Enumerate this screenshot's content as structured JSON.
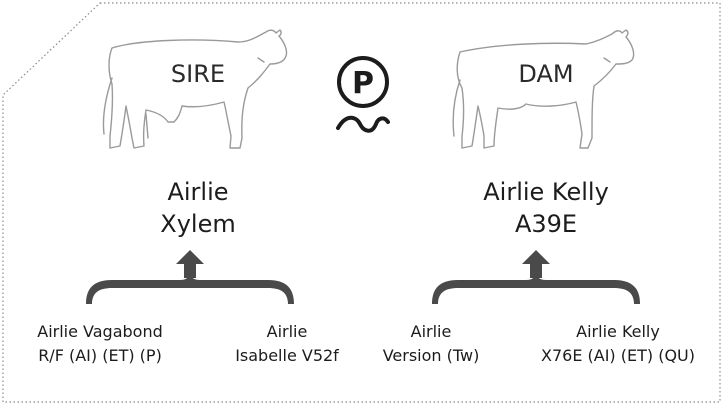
{
  "sire": {
    "label": "SIRE",
    "name_line1": "Airlie",
    "name_line2": "Xylem",
    "grandsire": {
      "line1": "Airlie Vagabond",
      "line2": "R/F (AI) (ET) (P)"
    },
    "granddam": {
      "line1": "Airlie",
      "line2": "Isabelle V52f"
    }
  },
  "dam": {
    "label": "DAM",
    "name_line1": "Airlie Kelly",
    "name_line2": "A39E",
    "grandsire": {
      "line1": "Airlie",
      "line2": "Version (Tw)"
    },
    "granddam": {
      "line1": "Airlie Kelly",
      "line2": "X76E (AI) (ET) (QU)"
    }
  },
  "badge": {
    "letter": "P",
    "icon": "polled-p-icon"
  },
  "colors": {
    "outline": "#9a9a9a",
    "brace": "#4a4a4a",
    "text": "#1c1c1c",
    "border": "#8a8a8a"
  }
}
